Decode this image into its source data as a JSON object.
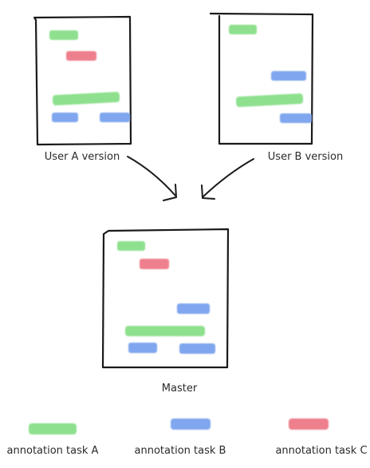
{
  "documents": {
    "user_a": {
      "label": "User A version"
    },
    "user_b": {
      "label": "User B version"
    },
    "master": {
      "label": "Master"
    }
  },
  "legend": [
    {
      "label": "annotation task A",
      "color": "#8ee08e"
    },
    {
      "label": "annotation task B",
      "color": "#7fa6ee"
    },
    {
      "label": "annotation task C",
      "color": "#ee7f8c"
    }
  ]
}
